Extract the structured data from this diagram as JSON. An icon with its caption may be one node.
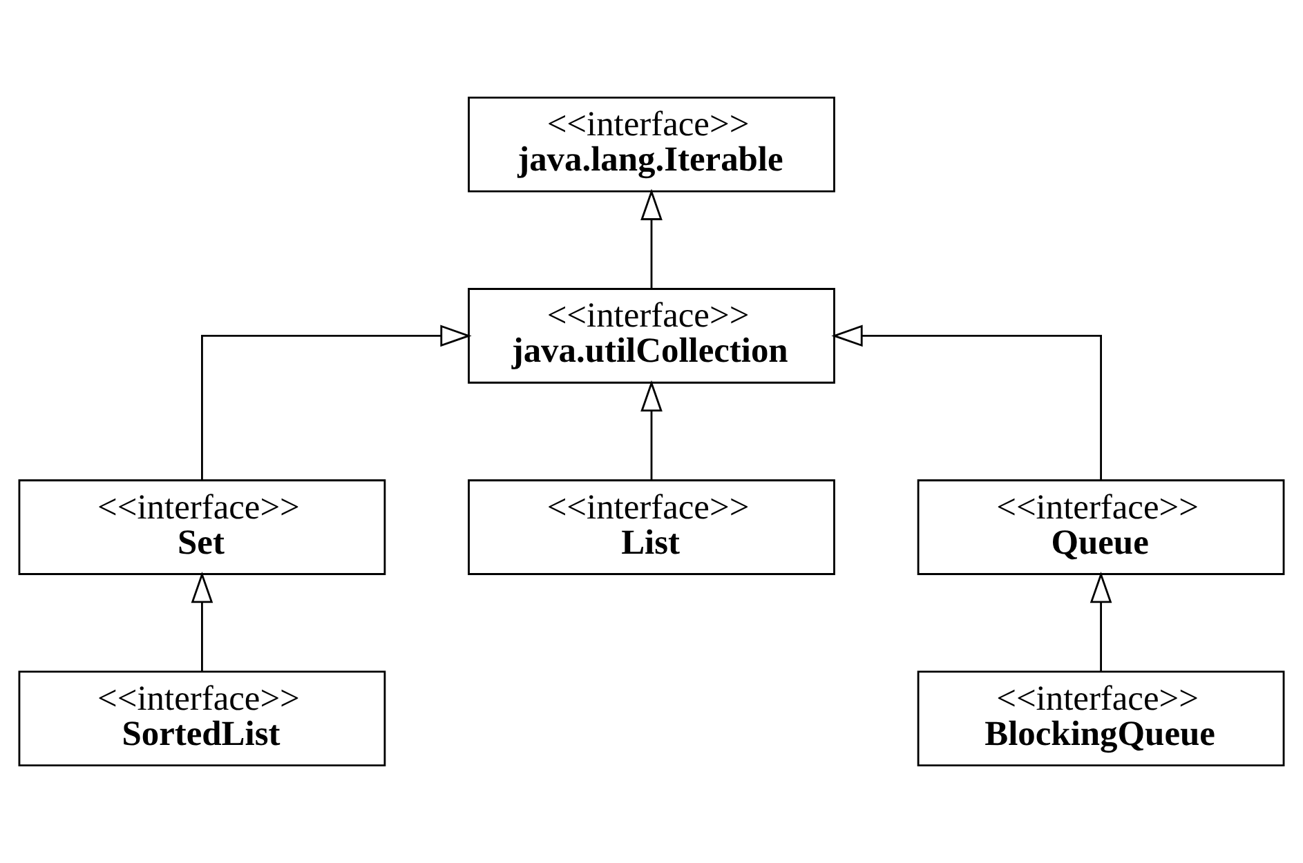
{
  "diagram": {
    "nodes": [
      {
        "text": [
          "<<interface>>",
          "java.lang.Iterable"
        ]
      },
      {
        "text": [
          "<<interface>>",
          "java.utilCollection"
        ]
      },
      {
        "text": [
          "<<interface>>",
          "Set"
        ]
      },
      {
        "text": [
          "<<interface>>",
          "List"
        ]
      },
      {
        "text": [
          "<<interface>>",
          "Queue"
        ]
      },
      {
        "text": [
          "<<interface>>",
          "SortedList"
        ]
      },
      {
        "text": [
          "<<interface>>",
          "BlockingQueue"
        ]
      }
    ],
    "edges": [
      {
        "from": 1,
        "to": 0,
        "arrow": "to"
      },
      {
        "from": 2,
        "to": 1,
        "arrow": "to"
      },
      {
        "from": 3,
        "to": 1,
        "arrow": "to"
      },
      {
        "from": 4,
        "to": 1,
        "arrow": "to"
      },
      {
        "from": 5,
        "to": 2,
        "arrow": "to"
      },
      {
        "from": 6,
        "to": 4,
        "arrow": "to"
      }
    ]
  }
}
